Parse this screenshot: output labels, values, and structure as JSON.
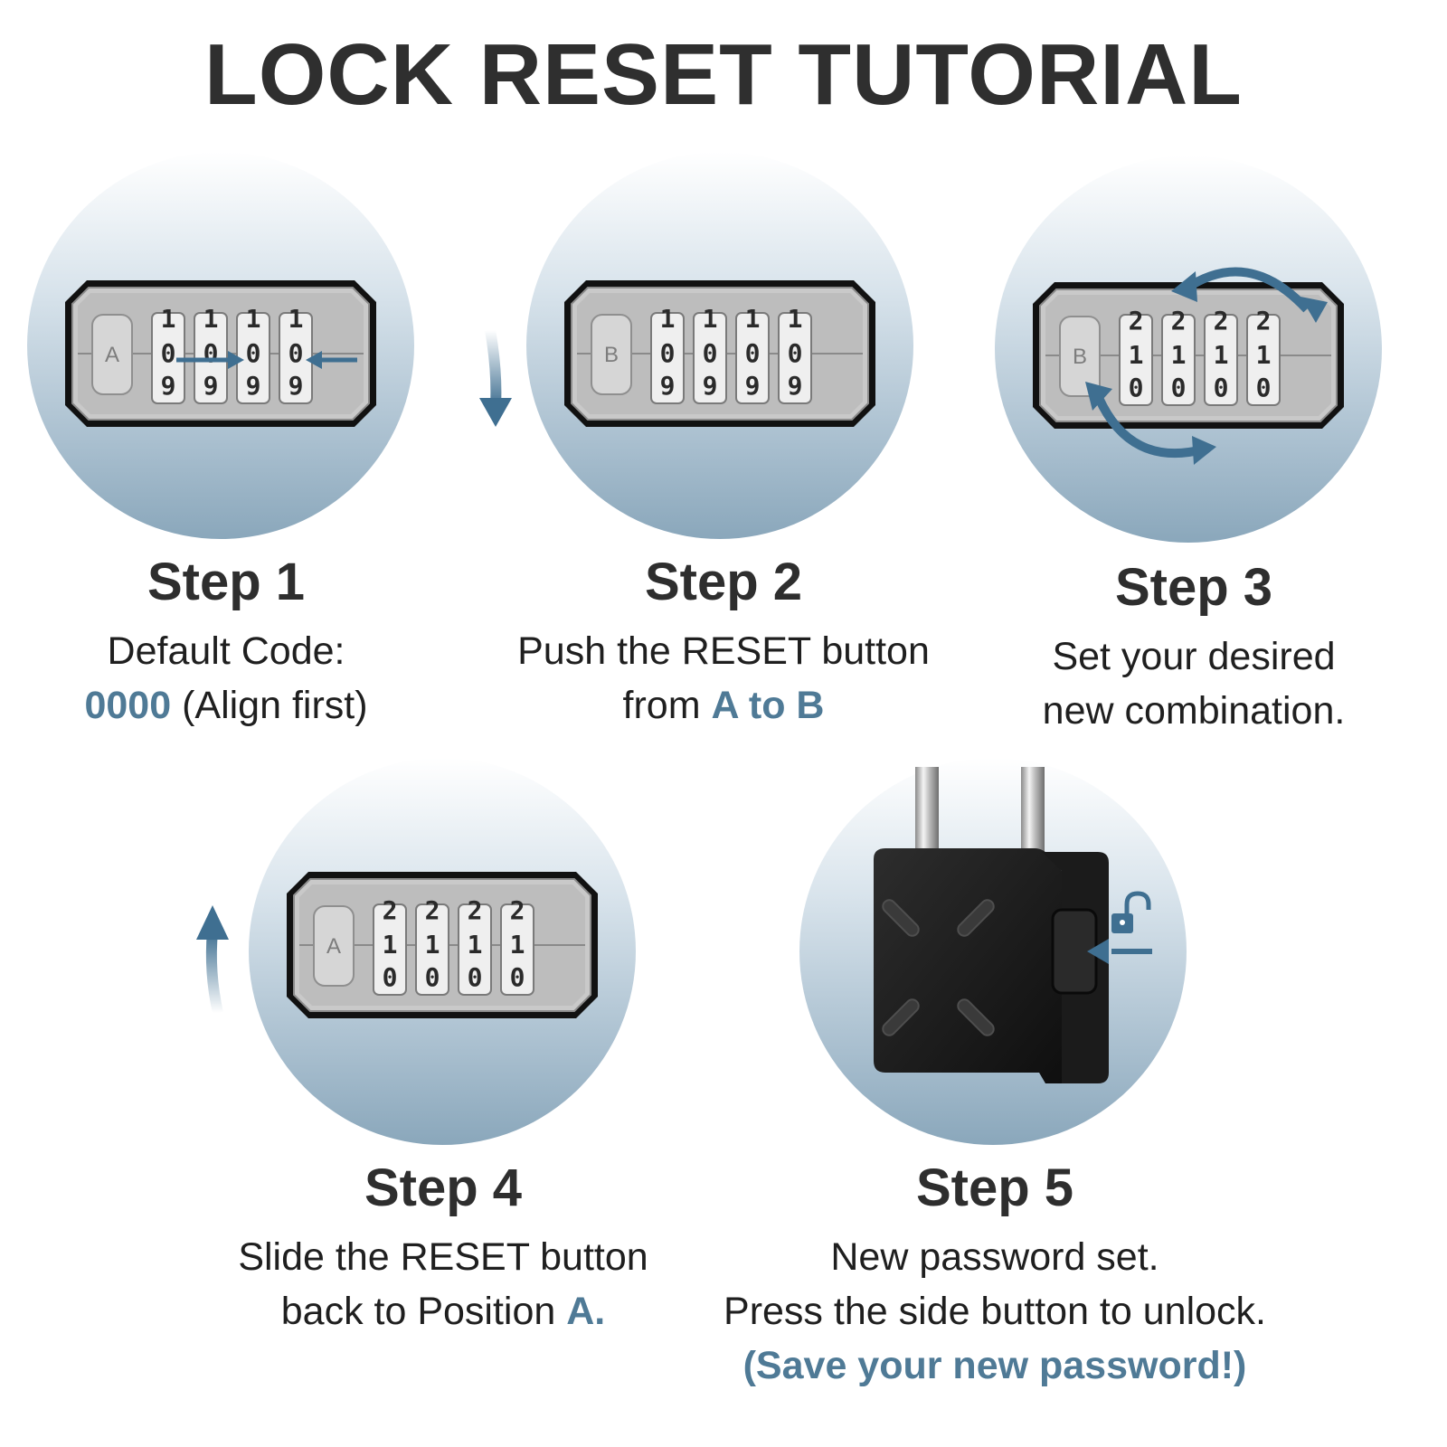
{
  "title": "LOCK RESET TUTORIAL",
  "colors": {
    "accent": "#4f7a96",
    "arrow": "#3f6f91"
  },
  "steps": [
    {
      "title": "Step 1",
      "line1": "Default Code:",
      "highlight": "0000",
      "line2_rest": " (Align first)",
      "switch_letter": "A",
      "dials": {
        "top": [
          "1",
          "1",
          "1",
          "1"
        ],
        "middle": [
          "0",
          "0",
          "0",
          "0"
        ],
        "bottom": [
          "9",
          "9",
          "9",
          "9"
        ]
      },
      "icons": [
        "align-arrow-icon"
      ]
    },
    {
      "title": "Step 2",
      "line1": "Push the RESET button",
      "line2_pre": "from ",
      "highlight": "A to B",
      "switch_letter": "B",
      "dials": {
        "top": [
          "1",
          "1",
          "1",
          "1"
        ],
        "middle": [
          "0",
          "0",
          "0",
          "0"
        ],
        "bottom": [
          "9",
          "9",
          "9",
          "9"
        ]
      },
      "icons": [
        "down-arrow-icon"
      ]
    },
    {
      "title": "Step 3",
      "line1": "Set your desired",
      "line2": "new combination.",
      "switch_letter": "B",
      "dials": {
        "top": [
          "2",
          "2",
          "2",
          "2"
        ],
        "middle": [
          "1",
          "1",
          "1",
          "1"
        ],
        "bottom": [
          "0",
          "0",
          "0",
          "0"
        ]
      },
      "icons": [
        "rotate-arrows-icon"
      ]
    },
    {
      "title": "Step 4",
      "line1": "Slide the RESET button",
      "line2_pre": "back to Position ",
      "highlight": "A.",
      "switch_letter": "A",
      "dials": {
        "top": [
          "2",
          "2",
          "2",
          "2"
        ],
        "middle": [
          "1",
          "1",
          "1",
          "1"
        ],
        "bottom": [
          "0",
          "0",
          "0",
          "0"
        ]
      },
      "icons": [
        "up-arrow-icon"
      ]
    },
    {
      "title": "Step 5",
      "line1": "New password set.",
      "line2": "Press the side button to unlock.",
      "highlight": "(Save your new password!)",
      "icons": [
        "padlock-icon",
        "unlock-icon",
        "press-arrow-icon"
      ]
    }
  ]
}
